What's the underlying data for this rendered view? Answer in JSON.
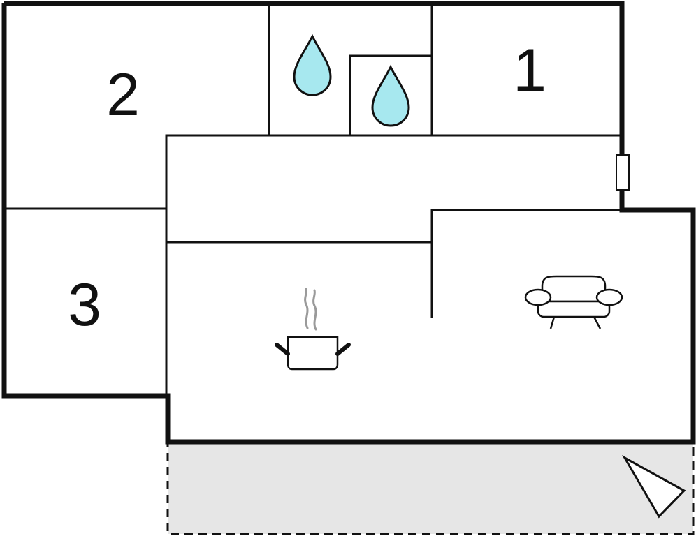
{
  "floor_plan": {
    "rooms": [
      {
        "label": "1",
        "kind": "bedroom"
      },
      {
        "label": "2",
        "kind": "bedroom"
      },
      {
        "label": "3",
        "kind": "bedroom"
      }
    ],
    "icons": [
      {
        "name": "water-drop-icon",
        "meaning": "bathroom"
      },
      {
        "name": "water-drop-icon",
        "meaning": "bathroom"
      },
      {
        "name": "cooking-pot-icon",
        "meaning": "kitchen"
      },
      {
        "name": "sofa-icon",
        "meaning": "living room"
      },
      {
        "name": "compass-arrow-icon",
        "meaning": "orientation"
      }
    ],
    "colors": {
      "wall": "#111111",
      "water_drop": "#a7e8ef",
      "steam": "#9a9a9a",
      "terrace": "#e6e6e6",
      "background": "#ffffff"
    }
  }
}
